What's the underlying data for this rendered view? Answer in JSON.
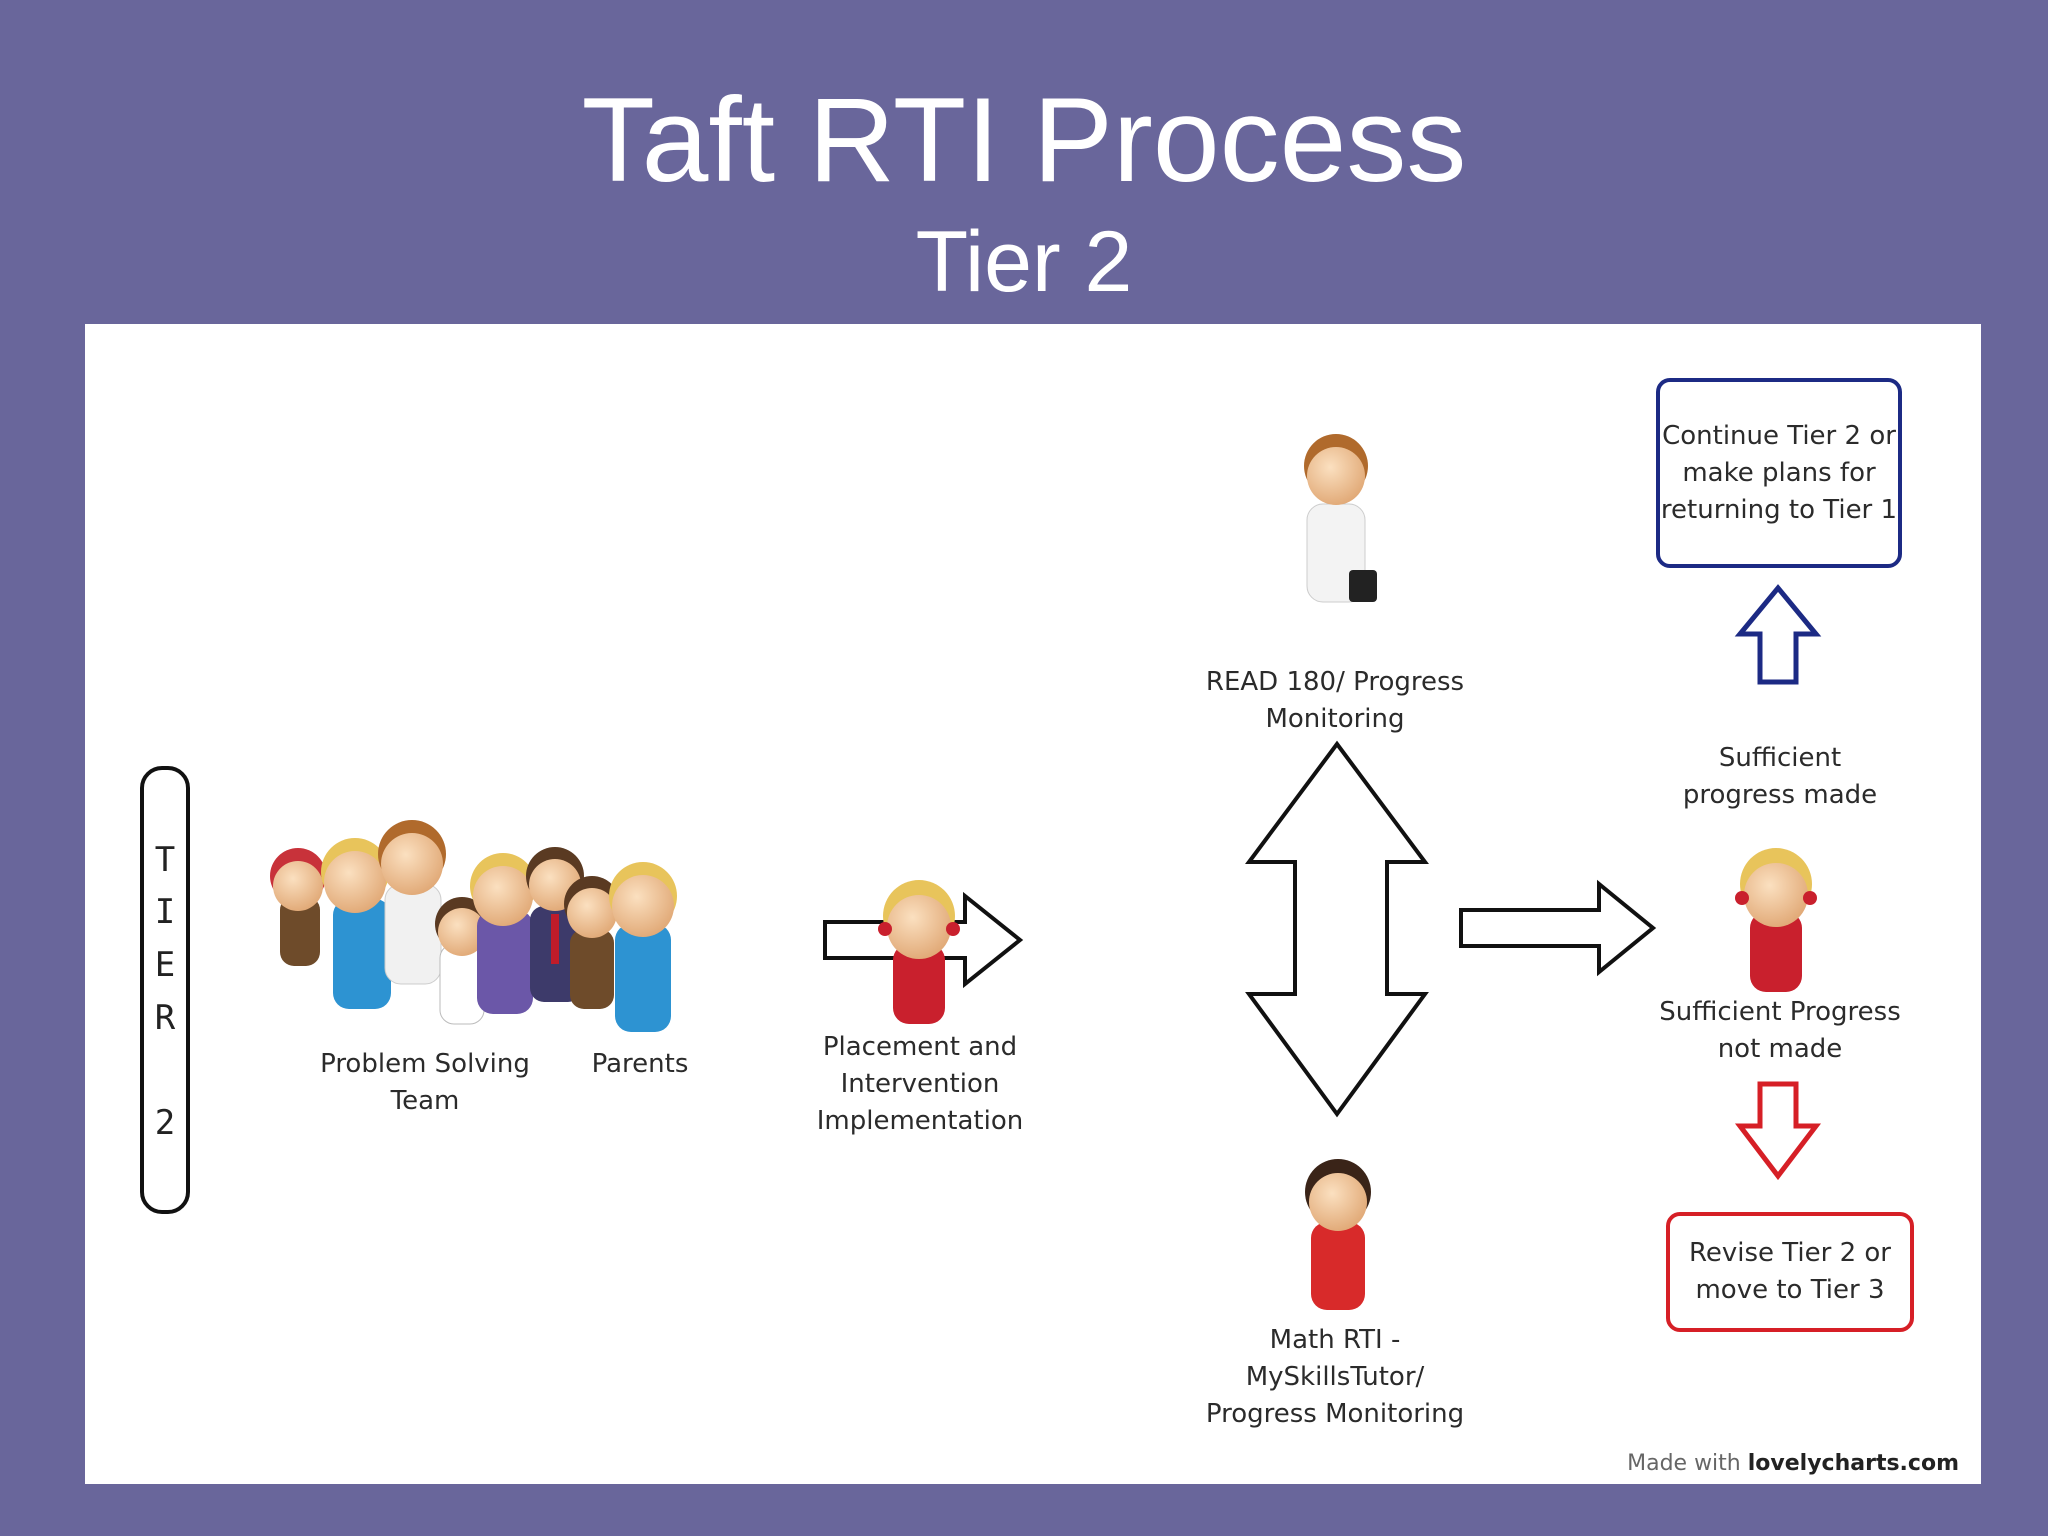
{
  "title": "Taft RTI Process",
  "subtitle": "Tier 2",
  "tier_label": [
    "T",
    "I",
    "E",
    "R",
    "2"
  ],
  "labels": {
    "team": "Problem Solving Team",
    "parents": "Parents",
    "placement": "Placement and Intervention Implementation",
    "read180": "READ 180/ Progress Monitoring",
    "math": "Math RTI - MySkillsTutor/ Progress Monitoring",
    "sufficient": "Sufficient progress made",
    "not_sufficient": "Sufficient Progress not made"
  },
  "boxes": {
    "continue": "Continue Tier 2 or make plans for returning to Tier 1",
    "revise": "Revise Tier 2 or move to Tier 3"
  },
  "credit": {
    "prefix": "Made with",
    "brand": "lovelycharts.com"
  },
  "colors": {
    "background": "#69669b",
    "up_arrow": "#1c2a84",
    "down_arrow": "#d61f26"
  }
}
